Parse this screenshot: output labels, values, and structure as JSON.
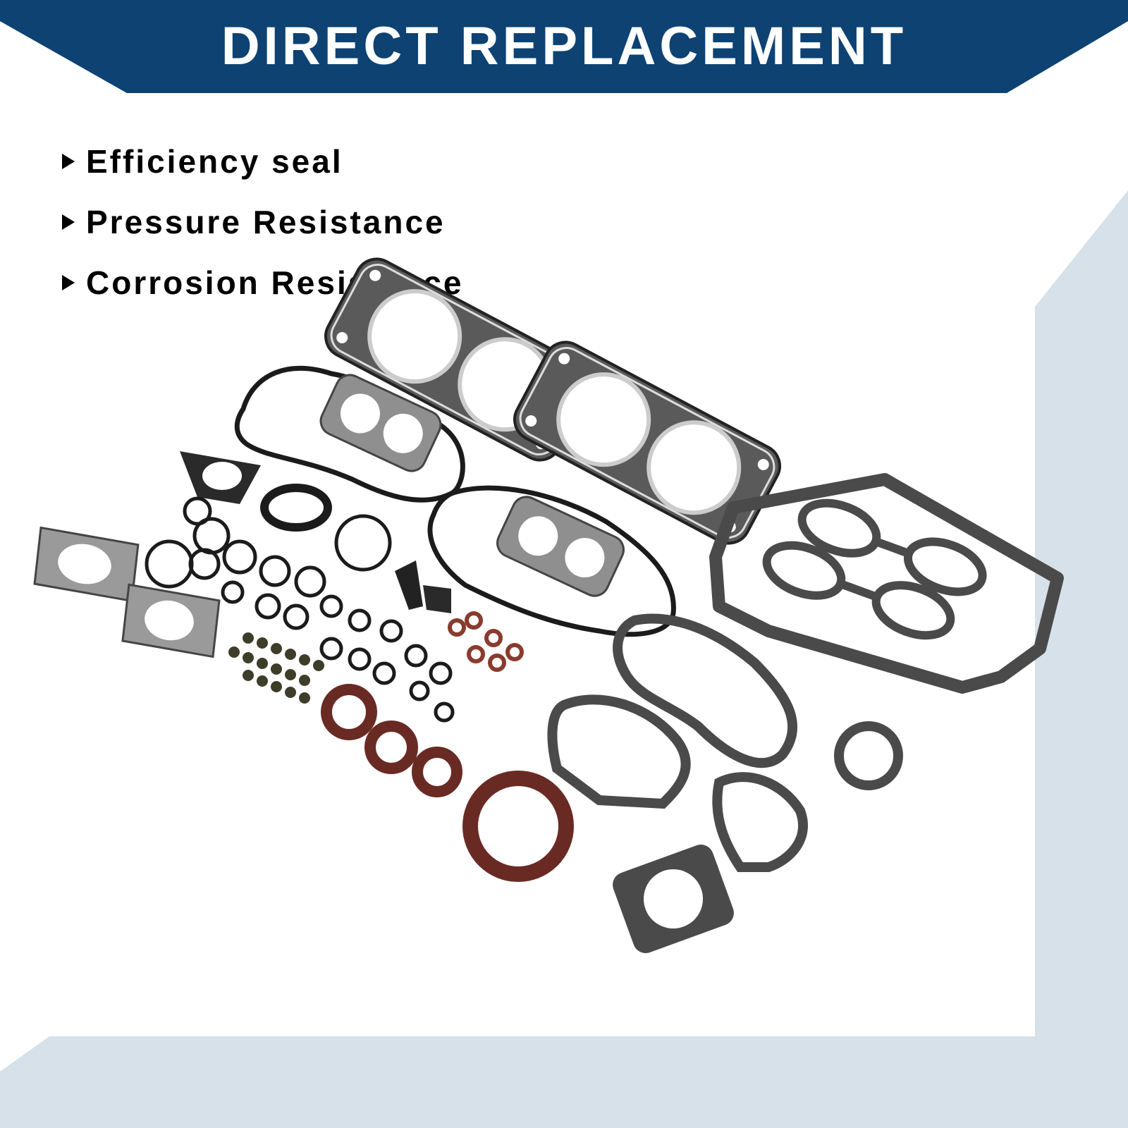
{
  "banner": {
    "title": "DIRECT REPLACEMENT",
    "color": "#0d4273"
  },
  "features": [
    {
      "label": "Efficiency seal"
    },
    {
      "label": "Pressure Resistance"
    },
    {
      "label": "Corrosion Resistance"
    }
  ],
  "colors": {
    "background_accent": "#d7e1ea",
    "gasket_dark": "#222222",
    "gasket_gray": "#58595b",
    "seal_brown": "#6a2a24",
    "metal_silver": "#9a9a9a"
  },
  "product": {
    "icon": "engine-gasket-kit"
  }
}
